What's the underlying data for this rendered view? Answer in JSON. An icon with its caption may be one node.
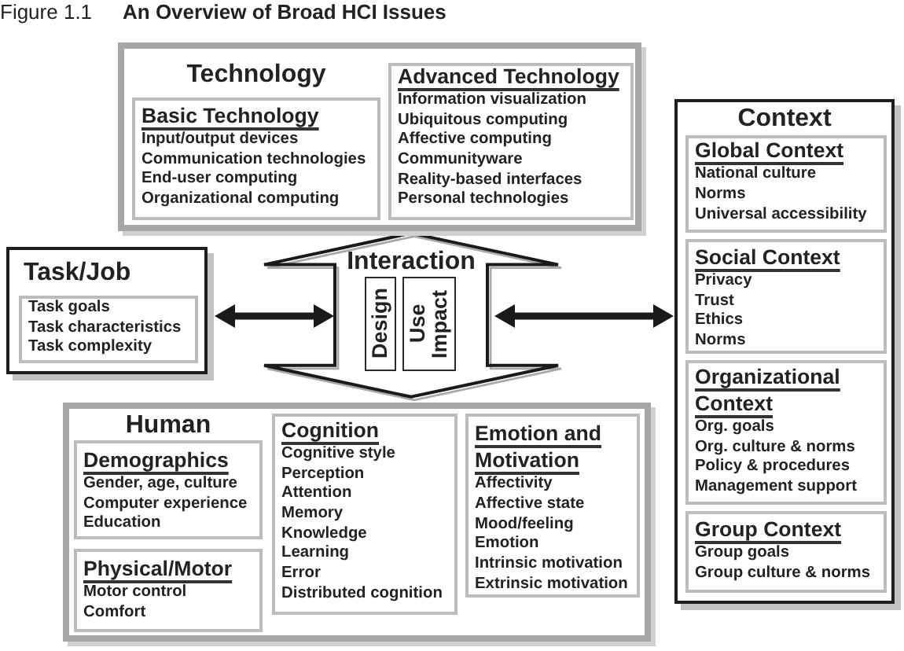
{
  "diagram": {
    "title": "An Overview of Broad HCI Issues",
    "nodes": [
      {
        "text": [
          "Technology"
        ]
      },
      {
        "text": [
          "Basic Technology",
          "Input/output devices",
          "Communication technologies",
          "End-user computing",
          "Organizational computing"
        ],
        "in": 0
      },
      {
        "text": [
          "Advanced Technology",
          "Information visualization",
          "Ubiquitous computing",
          "Affective computing",
          "Communityware",
          "Reality-based interfaces",
          "Personal technologies"
        ],
        "in": 0
      },
      {
        "text": [
          "Task/Job"
        ]
      },
      {
        "text": [
          "Task goals",
          "Task characteristics",
          "Task complexity"
        ],
        "in": 3
      },
      {
        "text": [
          "Interaction"
        ]
      },
      {
        "text": [
          "Design"
        ],
        "in": 5
      },
      {
        "text": [
          "Use Impact"
        ],
        "in": 5
      },
      {
        "text": [
          "Context"
        ]
      },
      {
        "text": [
          "Global Context",
          "National culture",
          "Norms",
          "Universal accessibility"
        ],
        "in": 8
      },
      {
        "text": [
          "Social Context",
          "Privacy",
          "Trust",
          "Ethics",
          "Norms"
        ],
        "in": 8
      },
      {
        "text": [
          "Organizational Context",
          "Org. goals",
          "Org. culture & norms",
          "Policy & procedures",
          "Management support"
        ],
        "in": 8
      },
      {
        "text": [
          "Group Context",
          "Group goals",
          "Group culture & norms"
        ],
        "in": 8
      },
      {
        "text": [
          "Human"
        ]
      },
      {
        "text": [
          "Demographics",
          "Gender, age, culture",
          "Computer experience",
          "Education"
        ],
        "in": 13
      },
      {
        "text": [
          "Physical/Motor",
          "Motor control",
          "Comfort"
        ],
        "in": 13
      },
      {
        "text": [
          "Cognition",
          "Cognitive style",
          "Perception",
          "Attention",
          "Memory",
          "Knowledge",
          "Learning",
          "Error",
          "Distributed cognition"
        ],
        "in": 13
      },
      {
        "text": [
          "Emotion and Motivation",
          "Affectivity",
          "Affective state",
          "Mood/feeling",
          "Emotion",
          "Intrinsic motivation",
          "Extrinsic motivation"
        ],
        "in": 13
      }
    ],
    "edges": [
      {
        "from": 3,
        "to": 5,
        "arrow": "both"
      },
      {
        "from": 5,
        "to": 8,
        "arrow": "both"
      },
      {
        "from": 0,
        "to": 13,
        "arrow": "both"
      }
    ],
    "labels": [
      "Figure 1.1"
    ]
  }
}
